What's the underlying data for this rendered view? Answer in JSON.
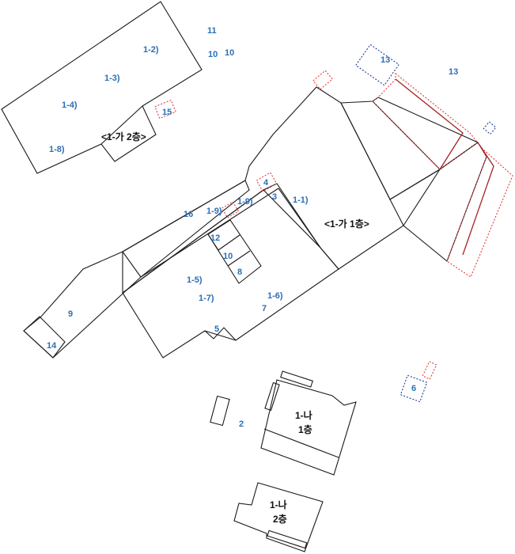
{
  "labels": {
    "l11": "11",
    "l1_2": "1-2)",
    "l10a": "10",
    "l10b": "10",
    "l13a": "13",
    "l13b": "13",
    "l1_3": "1-3)",
    "l1_4": "1-4)",
    "l15": "15",
    "l1_8": "1-8)",
    "l4": "4",
    "l1_9a": "1-9)",
    "l3": "3",
    "l1_1": "1-1)",
    "l1_9b": "1-9)",
    "l16": "16",
    "l12": "12",
    "l10c": "10",
    "l8": "8",
    "l1_5": "1-5)",
    "l1_7": "1-7)",
    "l1_6": "1-6)",
    "l7": "7",
    "l5": "5",
    "l9": "9",
    "l14": "14",
    "l6": "6",
    "l2": "2"
  },
  "building_labels": {
    "ga2": "<1-가 2층>",
    "ga1": "<1-가 1층>",
    "na1_line1": "1-나",
    "na1_line2": "1층",
    "na2_line1": "1-나",
    "na2_line2": "2층"
  },
  "colors": {
    "outline": "#1a1a1a",
    "label_blue": "#2b6fb6",
    "dotted_red": "#e23a3a",
    "dotted_blue": "#1e3a9a",
    "wall_dark_red": "#a52222"
  }
}
